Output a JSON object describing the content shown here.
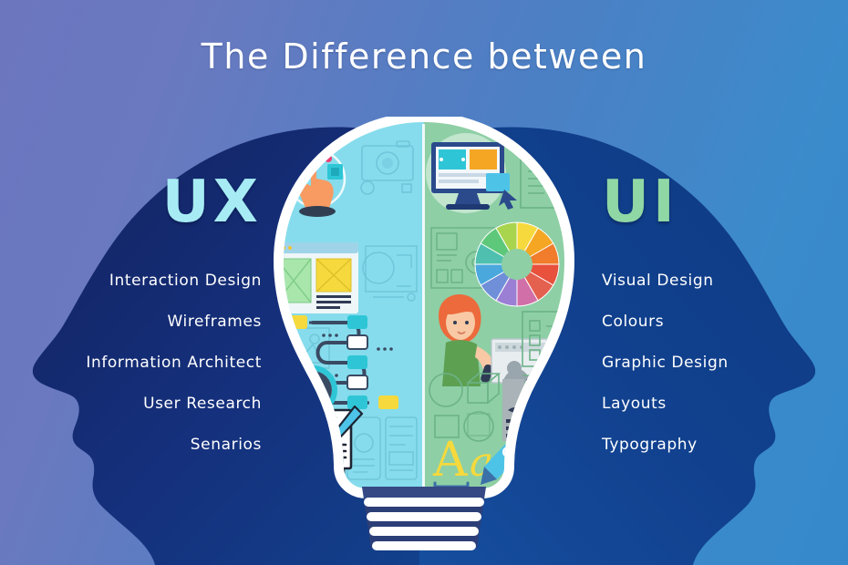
{
  "title": "The Difference between",
  "background": {
    "gradient_from": "#6b76bf",
    "gradient_to": "#3589cb",
    "left_head_color": "#152570",
    "right_head_color": "#12418c"
  },
  "ux": {
    "label": "UX",
    "label_color": "#a7ecf4",
    "half_color": "#86dcec",
    "items": [
      {
        "label": "Interaction Design"
      },
      {
        "label": "Wireframes"
      },
      {
        "label": "Information Architect"
      },
      {
        "label": "User Research"
      },
      {
        "label": "Senarios"
      }
    ],
    "icons": [
      "touch-gesture-icon",
      "camera-outline-icon",
      "wireframe-browser-icon",
      "crop-frame-icon",
      "image-placeholder-icon",
      "user-flow-diagram-icon",
      "magnifier-persona-icon",
      "mobile-wireframe-icon",
      "document-edit-icon"
    ]
  },
  "ui": {
    "label": "UI",
    "label_color": "#8fd7a4",
    "half_color": "#8ecfa5",
    "items": [
      {
        "label": "Visual Design"
      },
      {
        "label": "Colours"
      },
      {
        "label": "Graphic Design"
      },
      {
        "label": "Layouts"
      },
      {
        "label": "Typography"
      }
    ],
    "icons": [
      "desktop-monitor-icon",
      "text-document-icon",
      "blueprint-outline-icon",
      "color-wheel-icon",
      "presenter-person-icon",
      "checklist-icon",
      "shape-sketch-icon",
      "ui-components-icon",
      "typography-pen-icon"
    ]
  },
  "bulb": {
    "glass_outline_color": "#ffffff",
    "base_color": "#2c3e77",
    "base_band_color": "#ffffff"
  }
}
